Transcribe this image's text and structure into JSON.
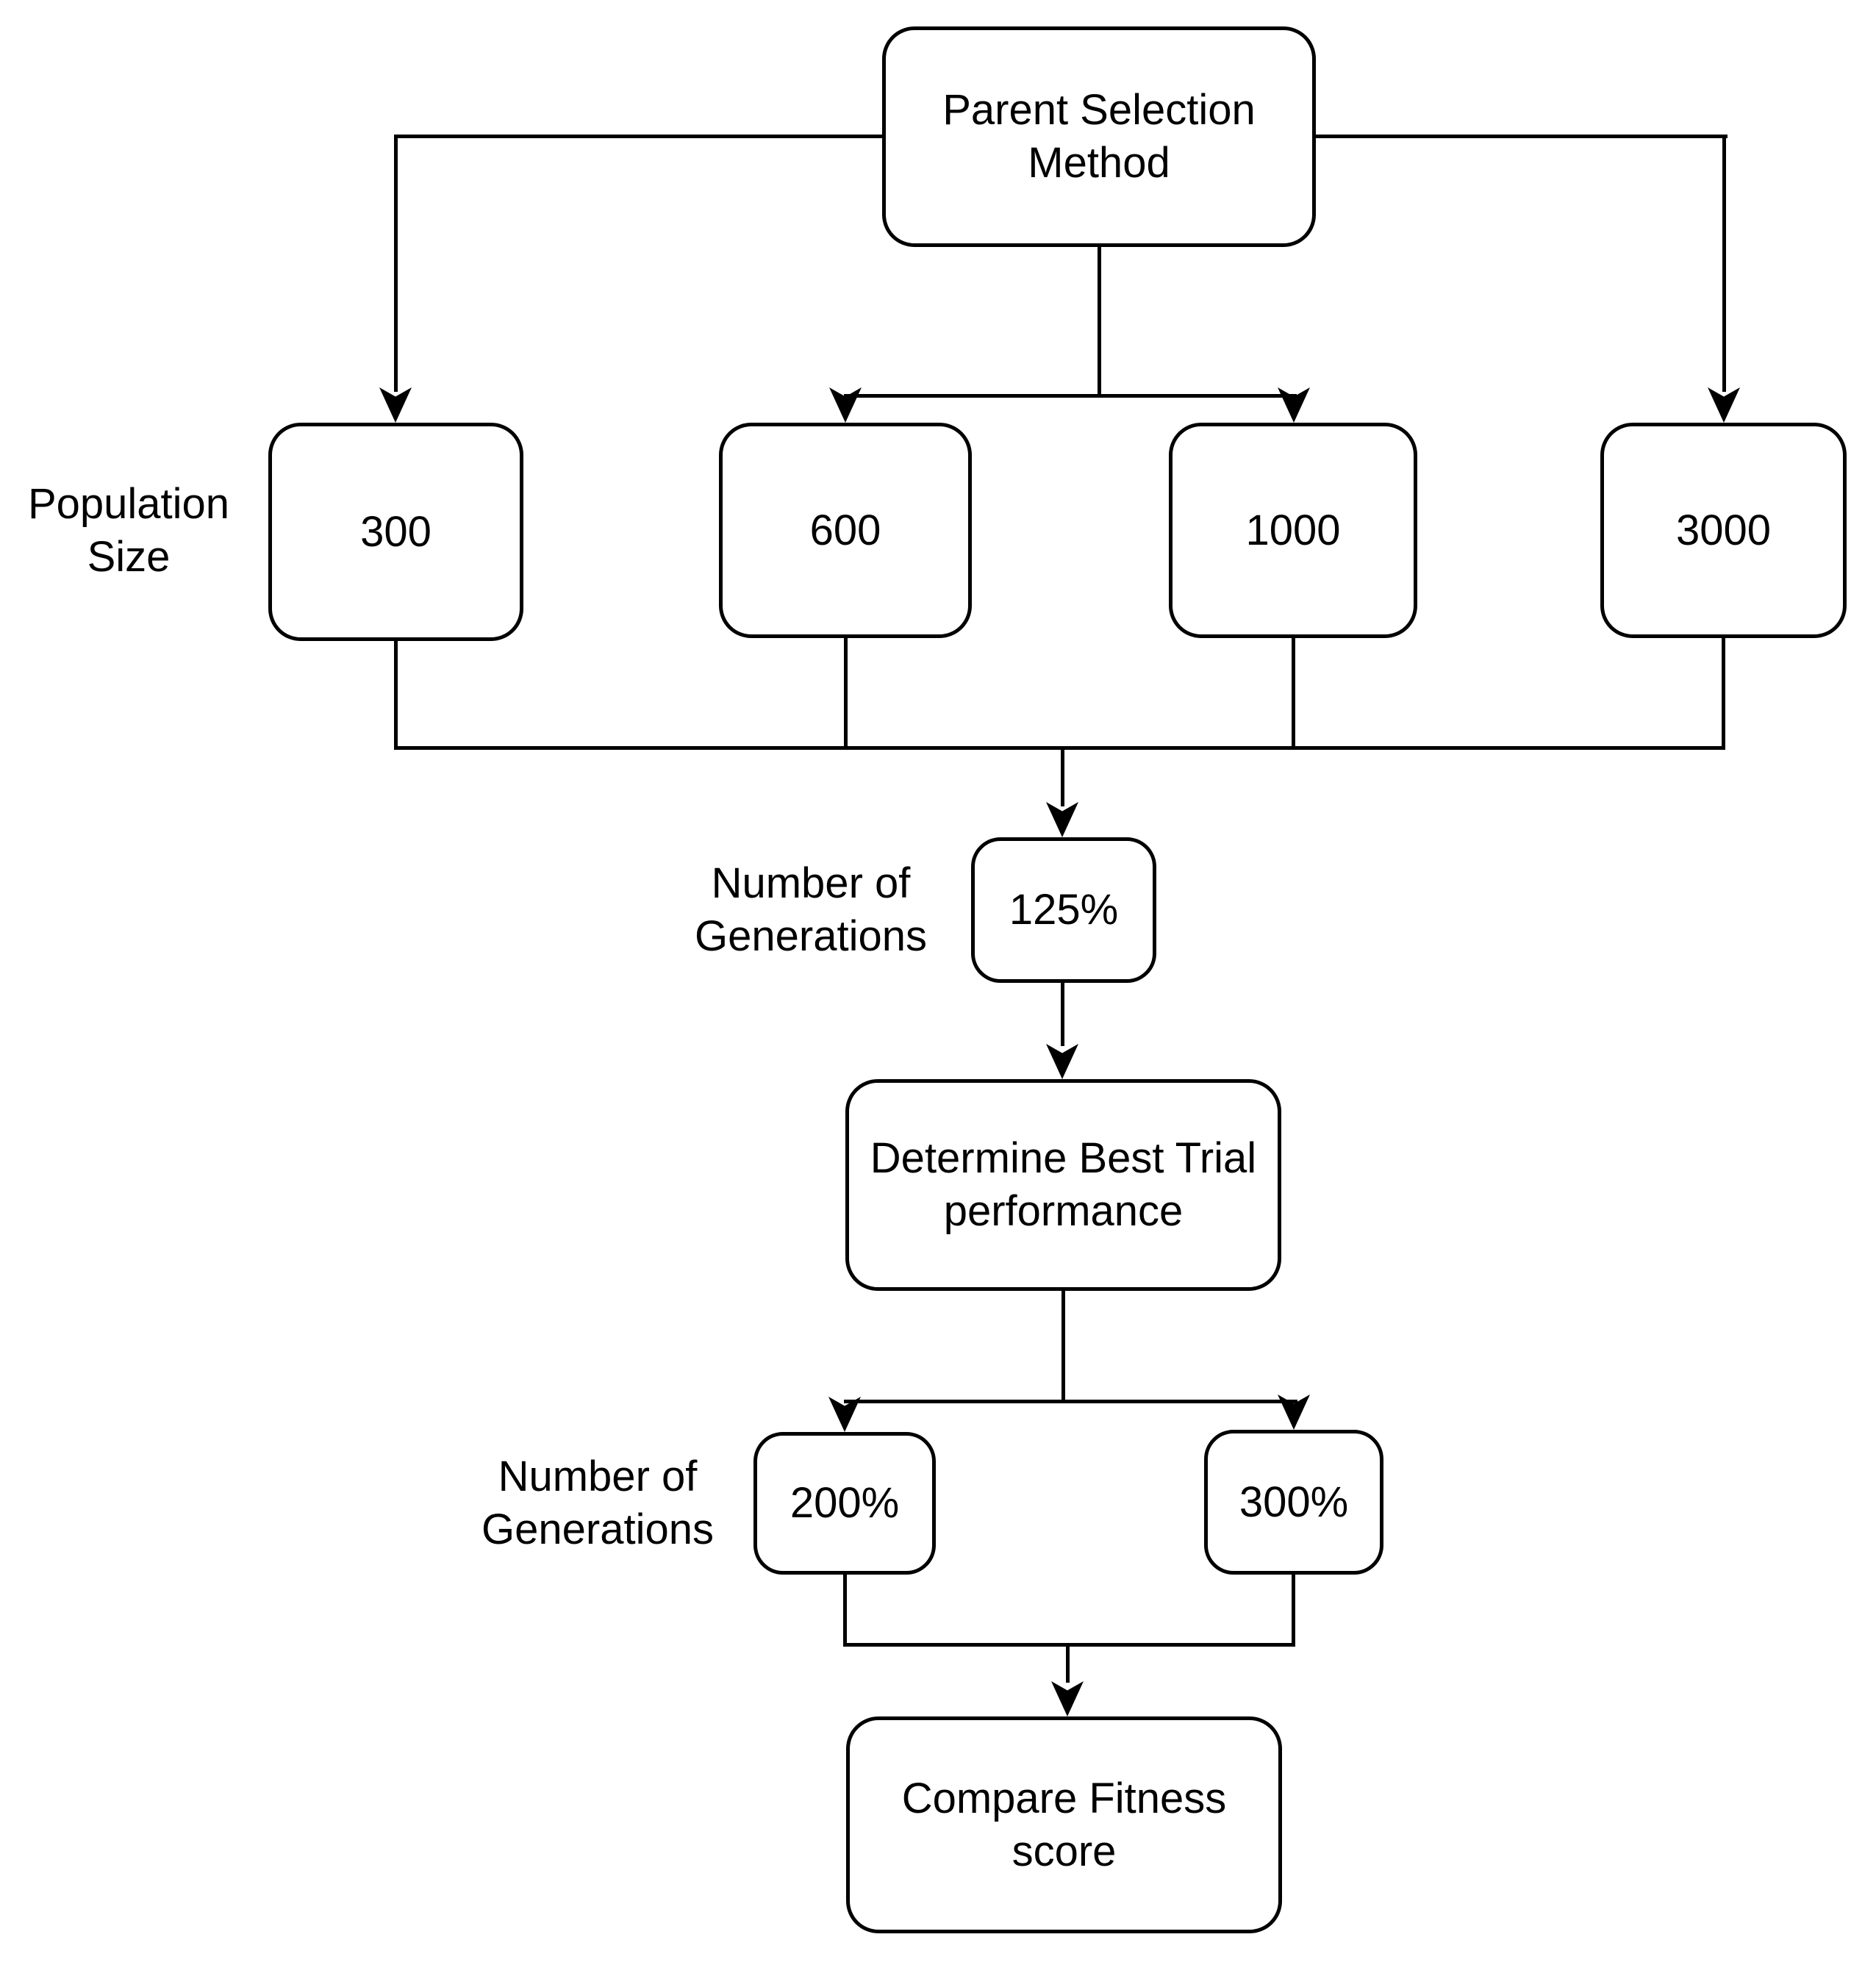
{
  "nodes": {
    "parent_selection": "Parent Selection\nMethod",
    "pop_300": "300",
    "pop_600": "600",
    "pop_1000": "1000",
    "pop_3000": "3000",
    "gen_125": "125%",
    "determine_best": "Determine Best Trial\nperformance",
    "gen_200": "200%",
    "gen_300": "300%",
    "compare_fitness": "Compare Fitness\nscore"
  },
  "labels": {
    "population_size": "Population\nSize",
    "num_generations_1": "Number of\nGenerations",
    "num_generations_2": "Number of\nGenerations"
  },
  "colors": {
    "stroke": "#000000",
    "background": "#ffffff"
  }
}
